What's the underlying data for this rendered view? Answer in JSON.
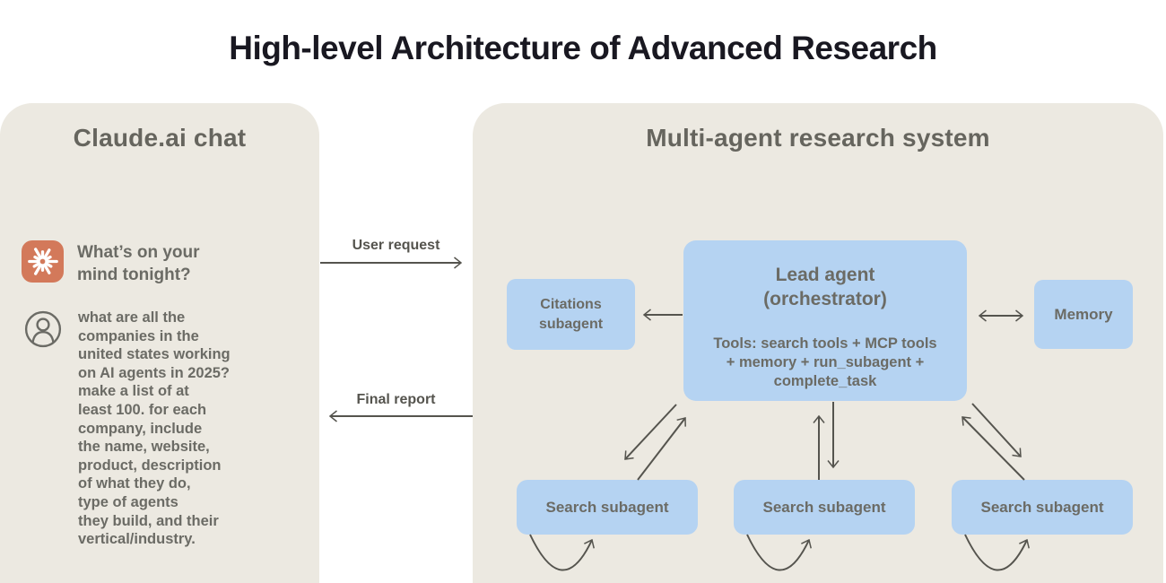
{
  "title": "High-level Architecture of Advanced Research",
  "colors": {
    "background": "#ffffff",
    "panel": "#ece9e1",
    "node_blue": "#b5d3f2",
    "text_gray": "#6b6b65",
    "arrow_gray": "#55544e",
    "claude_orange": "#d3795a",
    "title_black": "#191821"
  },
  "left_panel": {
    "heading": "Claude.ai chat",
    "assistant_message": "What’s on your\nmind tonight?",
    "user_message": "what are all the\ncompanies in the\nunited states working\non AI agents in 2025?\nmake a list of at\nleast 100. for each\ncompany, include\nthe name, website,\nproduct, description\nof what they do,\ntype of agents\nthey build, and their\nvertical/industry."
  },
  "flow": {
    "request_label": "User request",
    "report_label": "Final report"
  },
  "right_panel": {
    "heading": "Multi-agent research system",
    "citations_label": "Citations\nsubagent",
    "lead_title": "Lead agent\n(orchestrator)",
    "lead_tools": "Tools: search tools + MCP tools\n+ memory + run_subagent +\ncomplete_task",
    "memory_label": "Memory",
    "search_agents": [
      "Search subagent",
      "Search subagent",
      "Search subagent"
    ]
  }
}
